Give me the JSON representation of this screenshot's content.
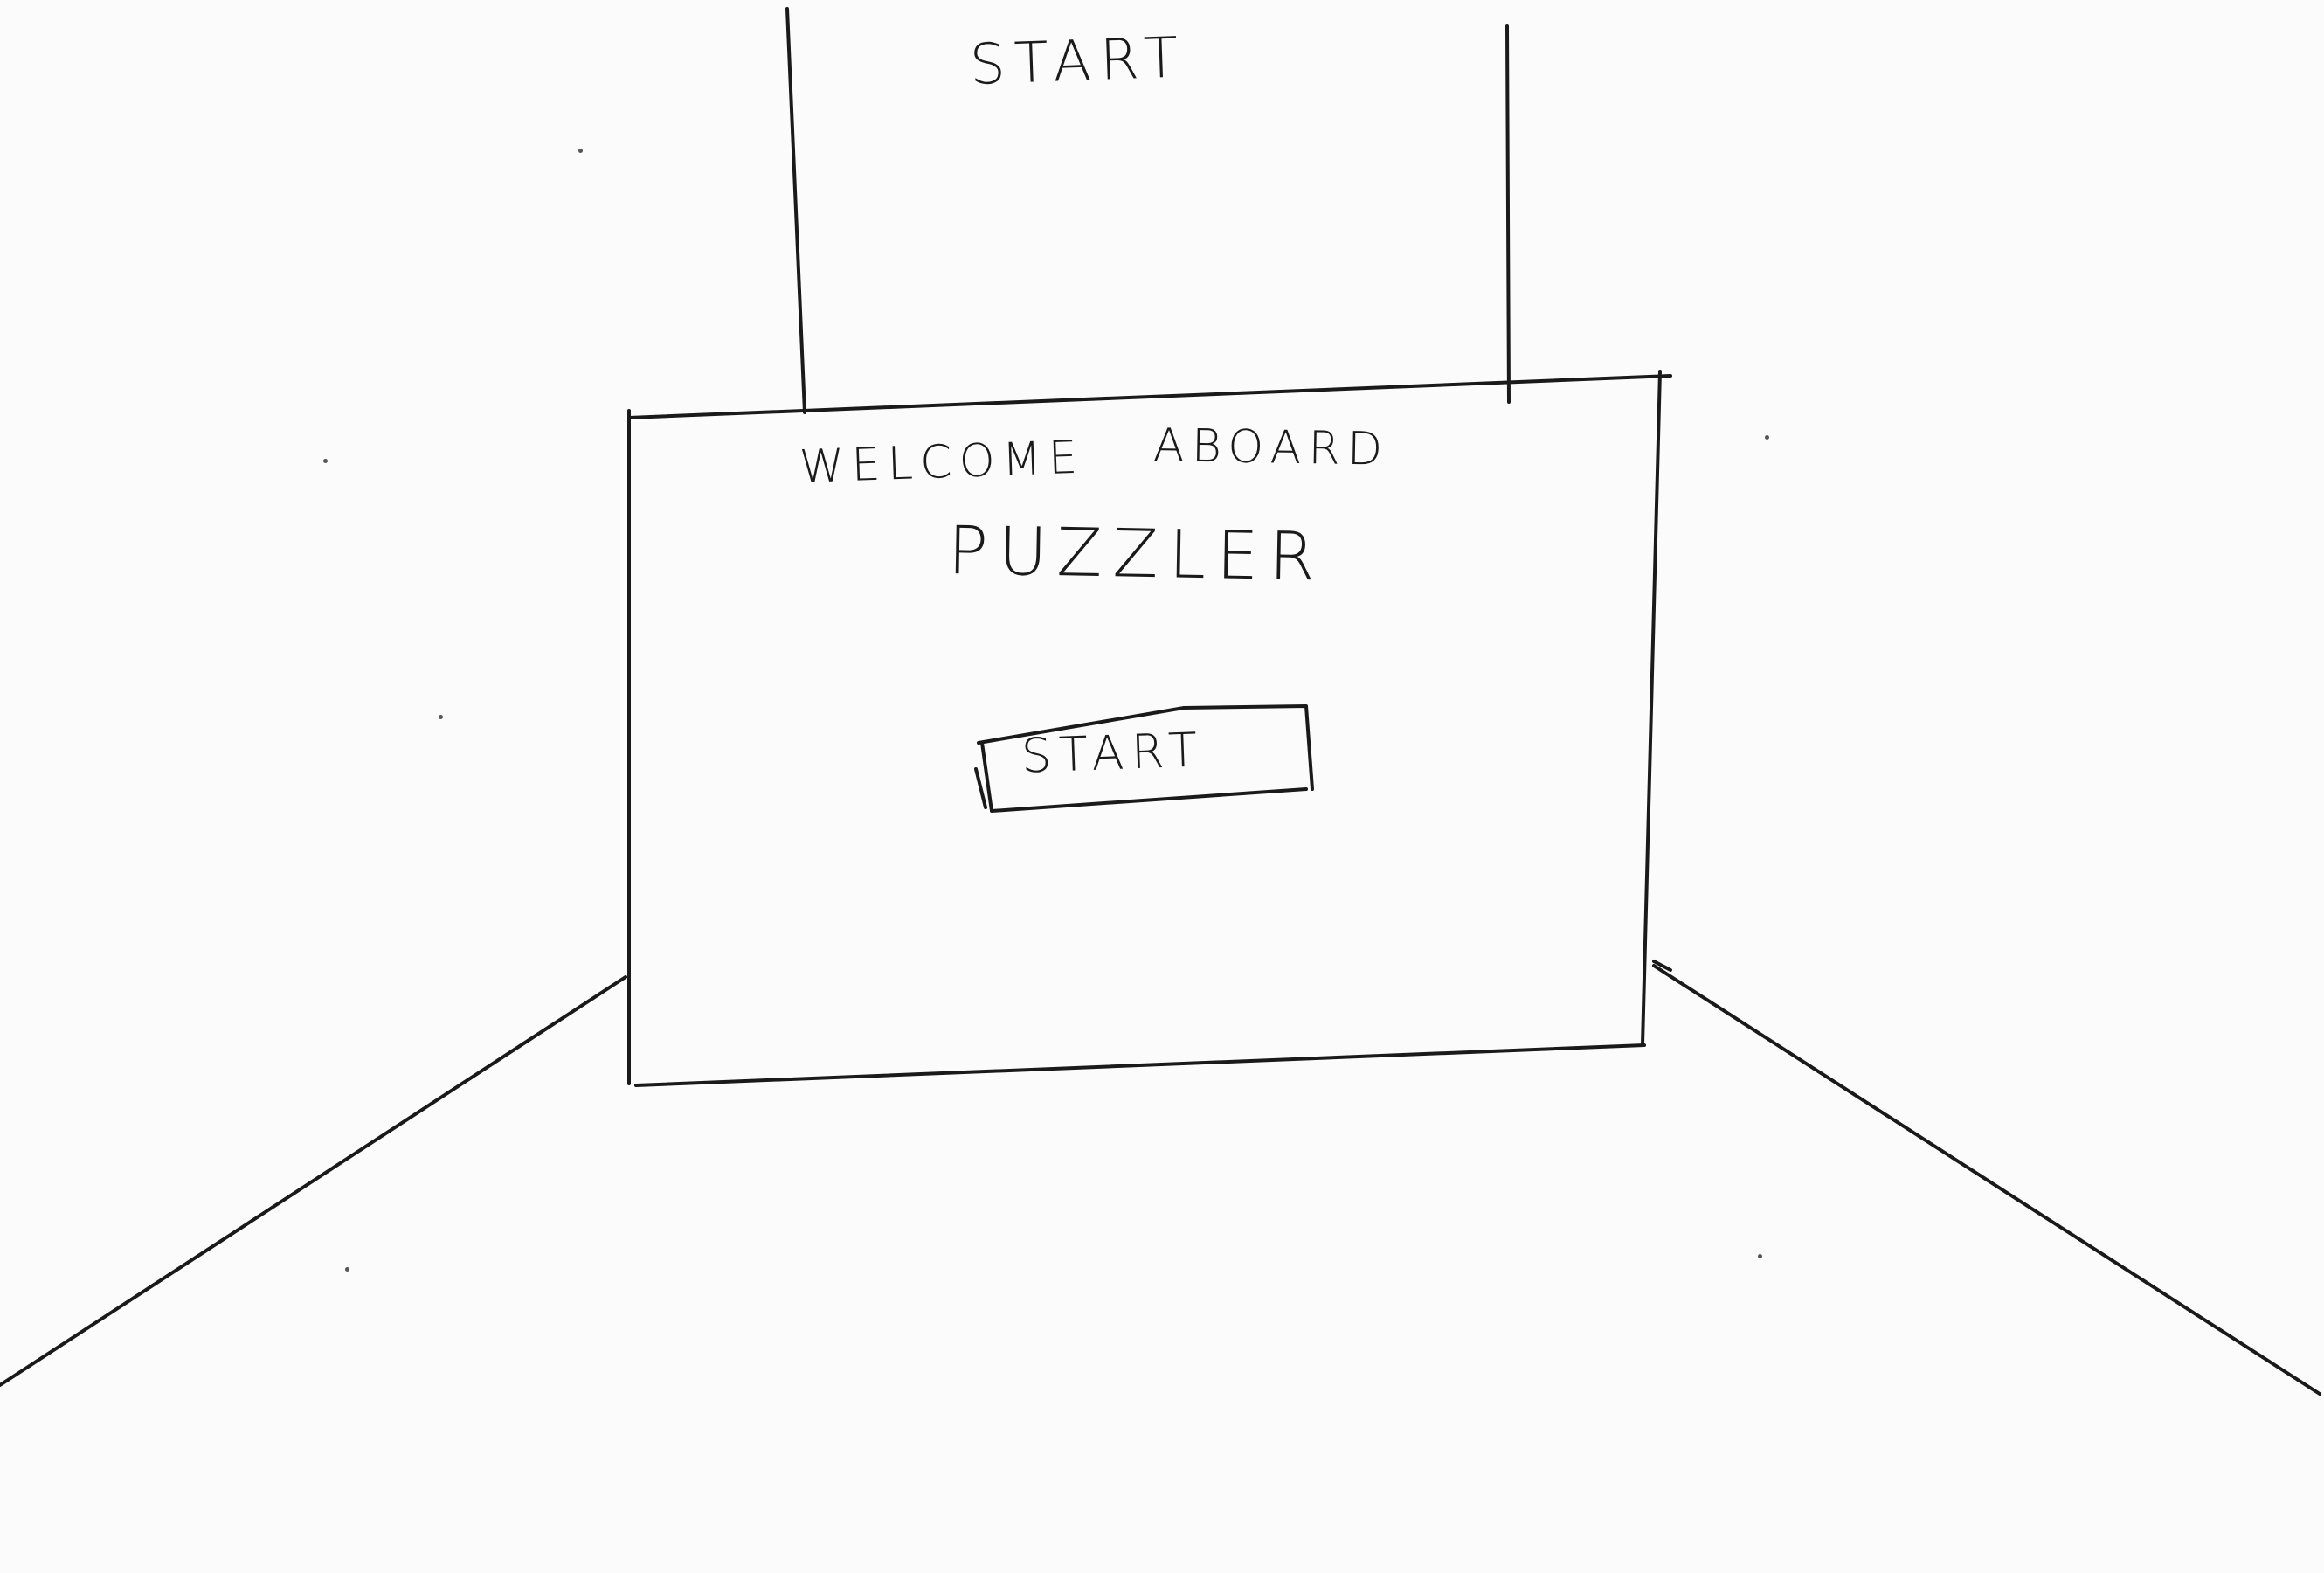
{
  "top_banner": {
    "title": "START"
  },
  "welcome_panel": {
    "welcome": "WELCOME",
    "aboard": "ABOARD",
    "name": "PUZZLER",
    "start_button_label": "START"
  }
}
